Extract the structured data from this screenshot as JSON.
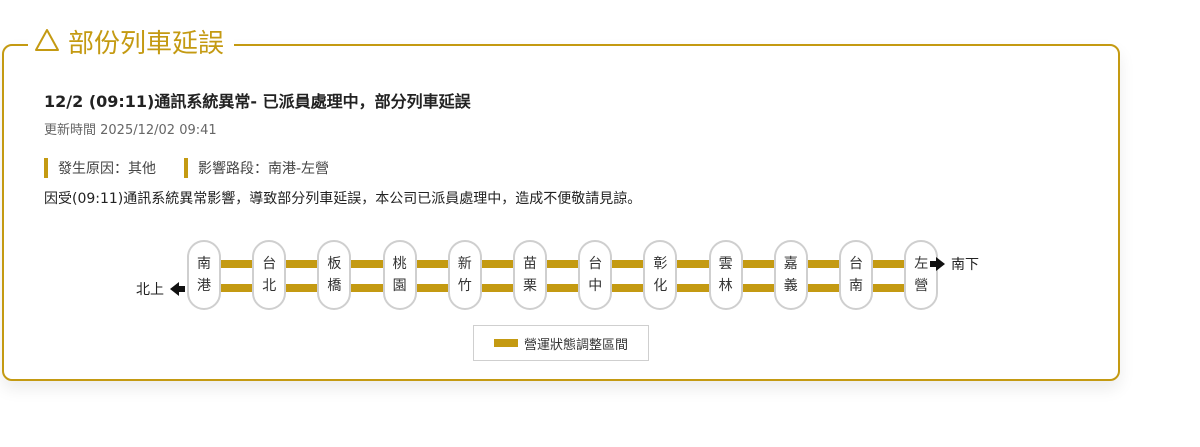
{
  "section": {
    "title": "部份列車延誤",
    "icon": "warning-triangle-icon",
    "accent_color": "#c49a12"
  },
  "notice": {
    "headline": "12/2 (09:11)通訊系統異常- 已派員處理中，部分列車延誤",
    "updated": "更新時間 2025/12/02 09:41",
    "cause": "發生原因：其他",
    "affected": "影響路段：南港-左營",
    "description": "因受(09:11)通訊系統異常影響，導致部分列車延誤，本公司已派員處理中，造成不便敬請見諒。"
  },
  "route": {
    "southbound": "南下",
    "northbound": "北上",
    "stations": [
      {
        "top": "南",
        "bottom": "港"
      },
      {
        "top": "台",
        "bottom": "北"
      },
      {
        "top": "板",
        "bottom": "橋"
      },
      {
        "top": "桃",
        "bottom": "園"
      },
      {
        "top": "新",
        "bottom": "竹"
      },
      {
        "top": "苗",
        "bottom": "栗"
      },
      {
        "top": "台",
        "bottom": "中"
      },
      {
        "top": "彰",
        "bottom": "化"
      },
      {
        "top": "雲",
        "bottom": "林"
      },
      {
        "top": "嘉",
        "bottom": "義"
      },
      {
        "top": "台",
        "bottom": "南"
      },
      {
        "top": "左",
        "bottom": "營"
      }
    ]
  },
  "legend": {
    "label": "營運狀態調整區間"
  }
}
